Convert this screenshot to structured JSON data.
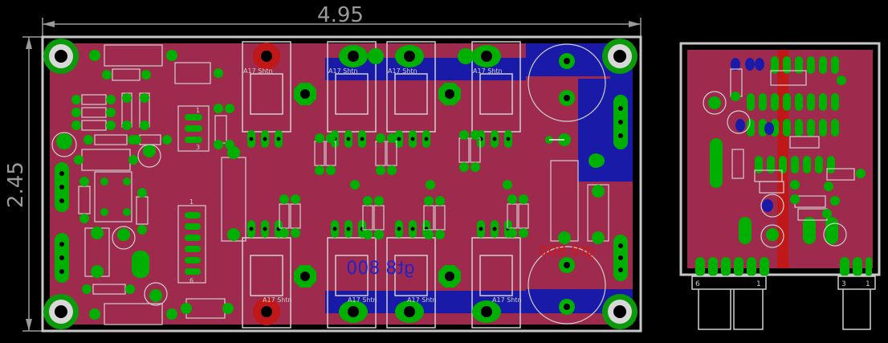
{
  "colors": {
    "background": "#000000",
    "board_top": "#9e2a4e",
    "board_bottom": "#1a1aa8",
    "copper": "#00b000",
    "pad_ring": "#0a9a0a",
    "outline": "#c8c8c8",
    "silk": "#cfcfcf",
    "dim_text": "#9a9a9a",
    "red_text": "#d01818",
    "blue_text": "#2222cc"
  },
  "dimensions": {
    "width_label": "4.95",
    "height_label": "2.45"
  },
  "main_board": {
    "component_labels": {
      "tr1": "A17 Shtn",
      "tr2": "A17 Shtn",
      "tr3": "A17 Shtn",
      "tr4": "A17 Shtn",
      "br1": "A17 Shtn",
      "br2": "A17 Shtn",
      "br3": "A17 Shtn",
      "br4": "A17 Shtn"
    },
    "connector_labels": {
      "c1_a": "1",
      "c1_b": "3",
      "c2_a": "1",
      "c2_b": "6"
    },
    "blue_text": "gt8 800",
    "red_text": "gt8 800"
  },
  "side_board": {
    "connector_labels": {
      "l_left": "6",
      "l_right": "1",
      "r_left": "3",
      "r_right": "1"
    }
  },
  "icons": [
    "mounting-hole-icon",
    "pad-icon",
    "resistor-icon",
    "capacitor-icon",
    "transistor-icon",
    "connector-icon"
  ]
}
